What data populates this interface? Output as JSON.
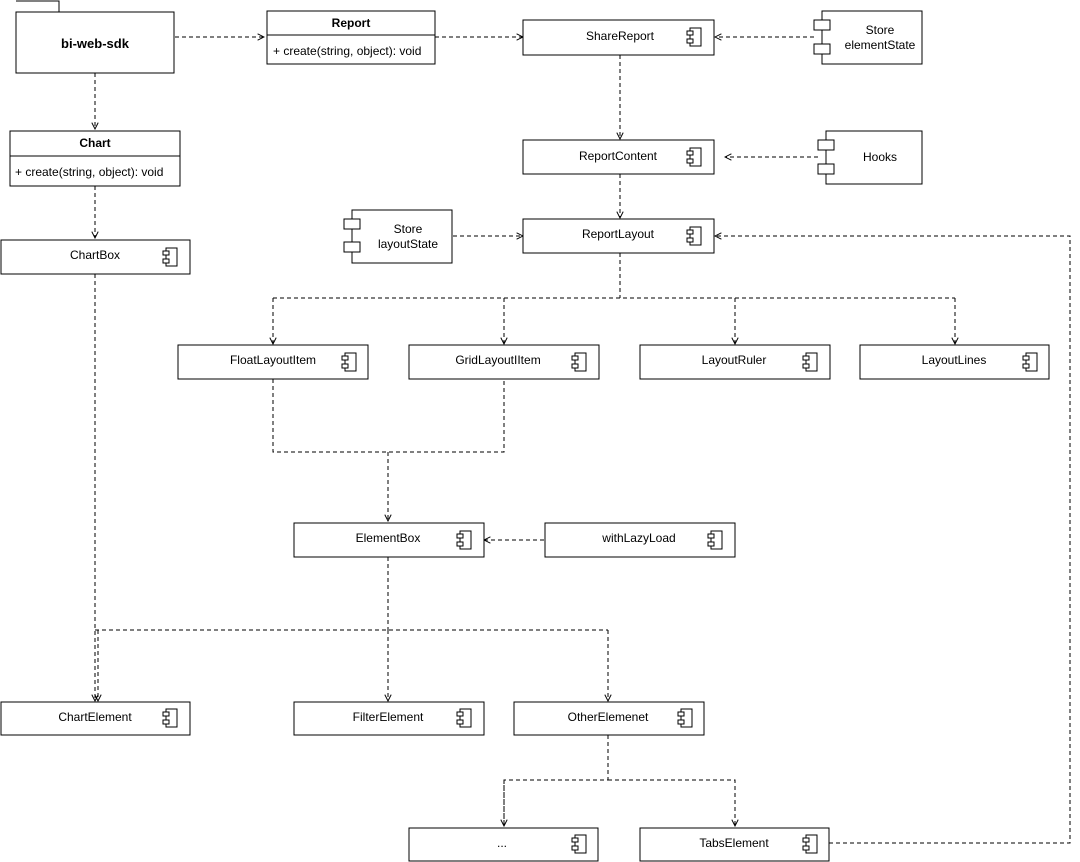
{
  "package": {
    "name": "bi-web-sdk"
  },
  "classes": {
    "report": {
      "name": "Report",
      "member": "+  create(string, object): void"
    },
    "chart": {
      "name": "Chart",
      "member": "+  create(string, object): void"
    }
  },
  "components": {
    "share_report": "ShareReport",
    "store_element_state": [
      "Store",
      "elementState"
    ],
    "report_content": "ReportContent",
    "hooks": "Hooks",
    "store_layout_state": [
      "Store",
      "layoutState"
    ],
    "report_layout": "ReportLayout",
    "chart_box": "ChartBox",
    "float_layout_item": "FloatLayoutItem",
    "grid_layout_item": "GridLayoutIItem",
    "layout_ruler": "LayoutRuler",
    "layout_lines": "LayoutLines",
    "element_box": "ElementBox",
    "with_lazy_load": "withLazyLoad",
    "chart_element": "ChartElement",
    "filter_element": "FilterElement",
    "other_element": "OtherElemenet",
    "ellipsis": "...",
    "tabs_element": "TabsElement"
  },
  "colors": {
    "stroke": "#000000",
    "fill": "#ffffff"
  }
}
